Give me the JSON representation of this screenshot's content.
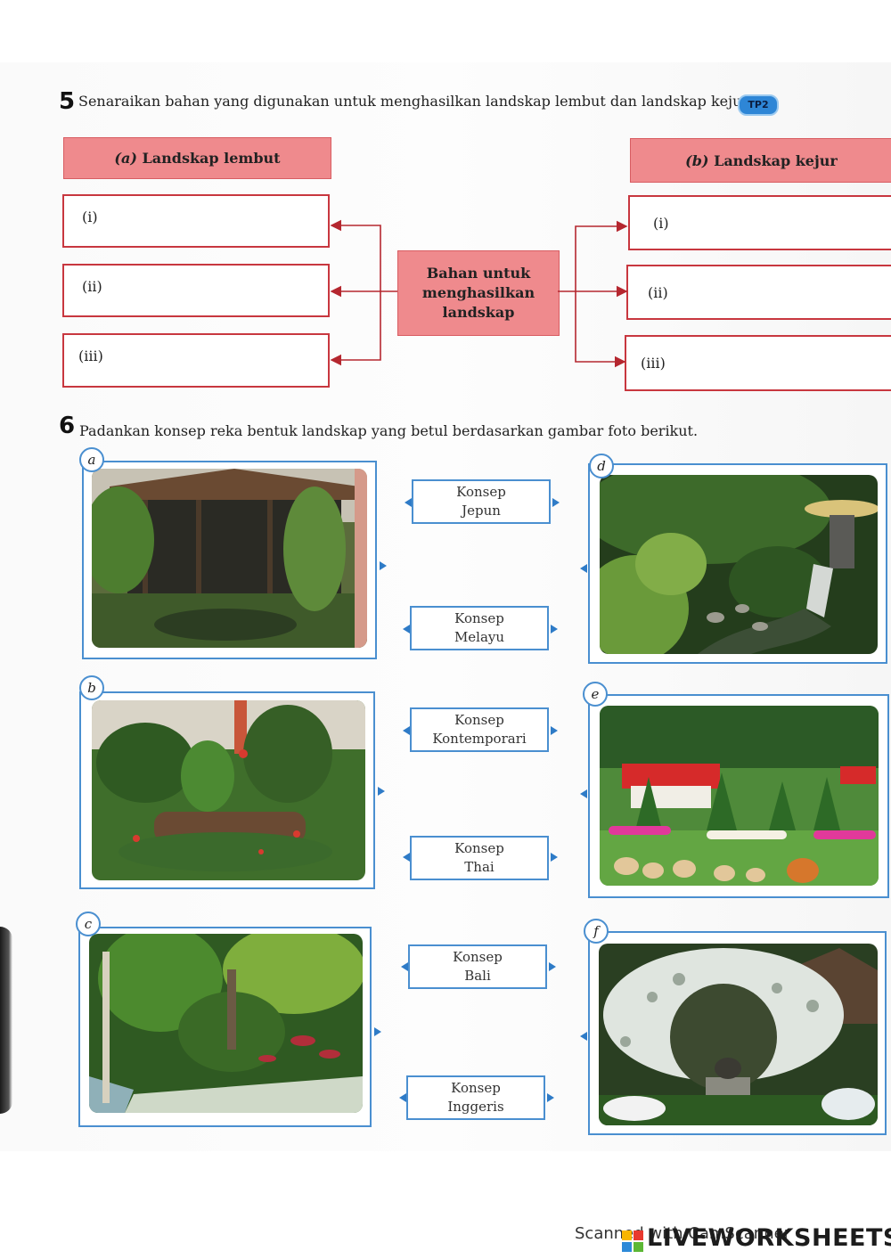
{
  "question5": {
    "number": "5",
    "text": "Senaraikan bahan yang digunakan untuk menghasilkan landskap lembut dan landskap kejur.",
    "badge": "TP2",
    "left_header_letter": "(a)",
    "left_header_text": "Landskap lembut",
    "right_header_letter": "(b)",
    "right_header_text": "Landskap kejur",
    "center_lines": [
      "Bahan untuk",
      "menghasilkan",
      "landskap"
    ],
    "left_items": [
      "(i)",
      "(ii)",
      "(iii)"
    ],
    "right_items": [
      "(i)",
      "(ii)",
      "(iii)"
    ]
  },
  "question6": {
    "number": "6",
    "text": "Padankan konsep reka bentuk landskap yang betul berdasarkan gambar foto berikut.",
    "photos": [
      {
        "label": "a",
        "subject": "gazebo garden"
      },
      {
        "label": "b",
        "subject": "pond garden"
      },
      {
        "label": "c",
        "subject": "tropical garden"
      },
      {
        "label": "d",
        "subject": "japanese stream garden"
      },
      {
        "label": "e",
        "subject": "topiary flower garden"
      },
      {
        "label": "f",
        "subject": "white flowering arch garden"
      }
    ],
    "concepts": [
      {
        "line1": "Konsep",
        "line2": "Jepun"
      },
      {
        "line1": "Konsep",
        "line2": "Melayu"
      },
      {
        "line1": "Konsep",
        "line2": "Kontemporari"
      },
      {
        "line1": "Konsep",
        "line2": "Thai"
      },
      {
        "line1": "Konsep",
        "line2": "Bali"
      },
      {
        "line1": "Konsep",
        "line2": "Inggeris"
      }
    ]
  },
  "footer": {
    "scanner_text": "Scanned with CamScanner",
    "brand": "LIVEWORKSHEETS"
  }
}
